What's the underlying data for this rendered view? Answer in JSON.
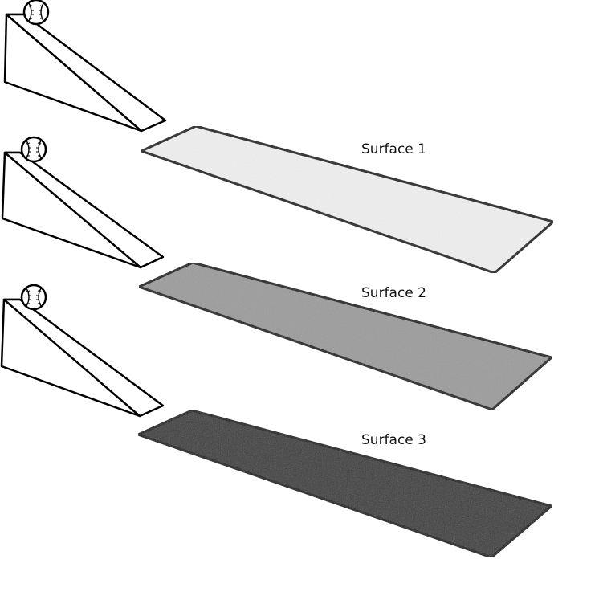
{
  "surfaces": [
    {
      "label": "Surface 1",
      "shade": "#efefef"
    },
    {
      "label": "Surface 2",
      "shade": "#9c9c9c"
    },
    {
      "label": "Surface 3",
      "shade": "#3a3a3a"
    }
  ]
}
